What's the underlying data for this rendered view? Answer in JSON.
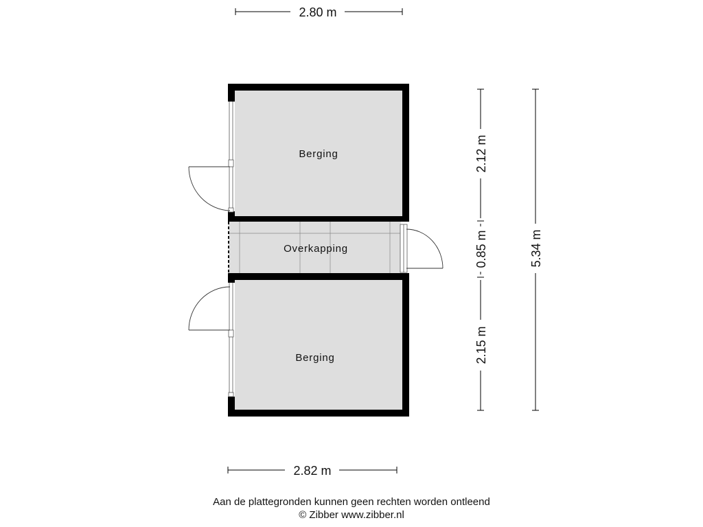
{
  "rooms": [
    {
      "name": "Berging"
    },
    {
      "name": "Overkapping"
    },
    {
      "name": "Berging"
    }
  ],
  "dimensions": {
    "top_width": "2.80 m",
    "bottom_width": "2.82 m",
    "segment_1": "2.12 m",
    "segment_2": "0.85 m",
    "segment_3": "2.15 m",
    "total_depth": "5.34 m"
  },
  "footer": {
    "disclaimer": "Aan de plattegronden kunnen geen rechten worden ontleend",
    "copyright": "© Zibber www.zibber.nl"
  },
  "colors": {
    "wall": "#000000",
    "floor": "#dedede"
  }
}
